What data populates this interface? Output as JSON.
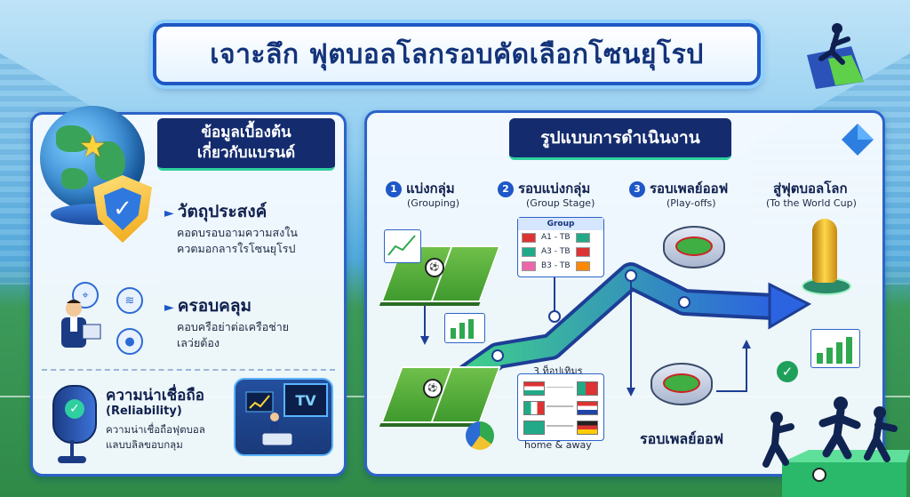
{
  "title": "เจาะลึก ฟุตบอลโลกรอบคัดเลือกโซนยุโรป",
  "left_panel": {
    "header_line1": "ข้อมูลเบื้องต้น",
    "header_line2": "เกี่ยวกับแบรนด์",
    "sections": [
      {
        "title": "วัตถุประสงค์",
        "body_line1": "คอดบรอบอามความสงใน",
        "body_line2": "ควตมอกลารใรโซนยุโรป"
      },
      {
        "title": "ครอบคลุม",
        "body_line1": "คอบครือย่าต่อเครือช่าย",
        "body_line2": "เลว่ยต้อง"
      },
      {
        "title": "ความน่าเชื่อถือ",
        "title_en": "(Reliability)",
        "body_line1": "ความน่าเชื่อถือฟุตบอล",
        "body_line2": "แลบบลิลขอบกลุม"
      }
    ],
    "tv_label": "TV"
  },
  "right_panel": {
    "header": "รูปแบบการดำเนินงาน",
    "steps": [
      {
        "num": "1",
        "title": "แบ่งกลุ่ม",
        "sub": "(Grouping)"
      },
      {
        "num": "2",
        "title": "รอบแบ่งกลุ่ม",
        "sub": "(Group Stage)"
      },
      {
        "num": "3",
        "title": "รอบเพลย์ออฟ",
        "sub": "(Play-offs)"
      },
      {
        "num": "",
        "title": "สู่ฟุตบอลโลก",
        "sub": "(To the World Cup)"
      }
    ],
    "group_card": {
      "header": "Group",
      "rows": [
        {
          "label": "A1 - TB",
          "flag_left": "#d33",
          "flag_right": "#2a8"
        },
        {
          "label": "A3 - TB",
          "flag_left": "#2a8",
          "flag_right": "#d33"
        },
        {
          "label": "B3 - TB",
          "flag_left": "#e6a",
          "flag_right": "#f80"
        }
      ]
    },
    "matches_label": "3 ท็อปเทิมร",
    "home_away_label": "home & away",
    "playoff_bottom_label": "รอบเพลย์ออฟ"
  },
  "colors": {
    "accent": "#1e57c8",
    "header_bg": "#142c6e",
    "teal": "#2fd0a0",
    "pitch": "#4fa83a"
  }
}
